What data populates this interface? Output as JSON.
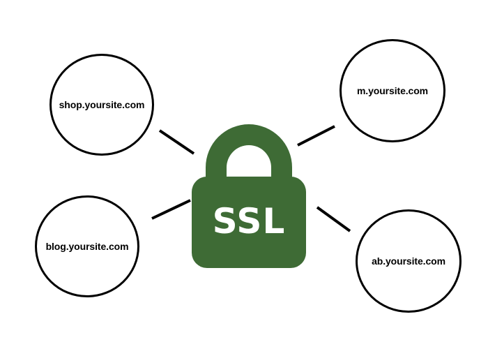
{
  "colors": {
    "lock": "#3e6b35",
    "outline": "#000000",
    "background": "#ffffff"
  },
  "lock": {
    "label": "SSL",
    "icon": "padlock-icon"
  },
  "subdomains": {
    "shop": "shop.yoursite.com",
    "blog": "blog.yoursite.com",
    "m": "m.yoursite.com",
    "ab": "ab.yoursite.com"
  }
}
